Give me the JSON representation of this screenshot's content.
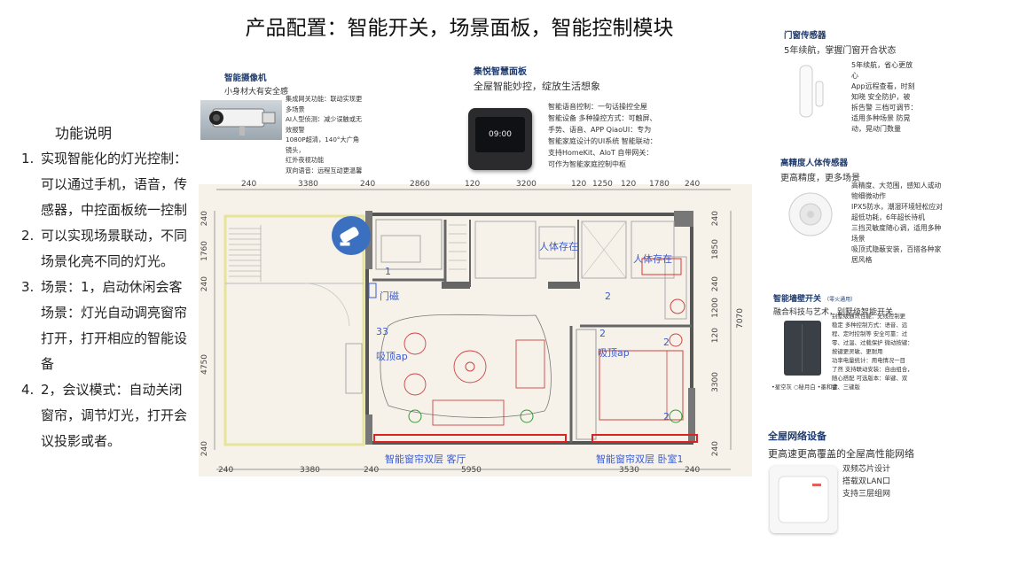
{
  "title": "产品配置：智能开关，场景面板，智能控制模块",
  "functions": {
    "heading": "功能说明",
    "items": [
      {
        "num": "1.",
        "text": "实现智能化的灯光控制：可以通过手机，语音，传感器，中控面板统一控制"
      },
      {
        "num": "2.",
        "text": "可以实现场景联动，不同场景化亮不同的灯光。"
      },
      {
        "num": "3.",
        "text": "场景：1，启动休闲会客场景：灯光自动调亮窗帘打开，打开相应的智能设备"
      },
      {
        "num": "4.",
        "text": " 2，会议模式：自动关闭窗帘，调节灯光，打开会议投影或者。"
      }
    ]
  },
  "camera": {
    "title": "智能摄像机",
    "subtitle": "小身材大有安全感",
    "lines": [
      "集成网关功能：联动实现更多场景",
      "AI人型侦测：减少误触或无效报警",
      "1080P超清，140°大广角镜头，",
      "红外夜视功能",
      "双向语音：远程互动更温馨"
    ]
  },
  "panel": {
    "title": "集悦智慧面板",
    "subtitle": "全屋智能妙控，绽放生活想象",
    "screen_time": "09:00",
    "lines": [
      "智能语音控制：一句话操控全屋",
      "智能设备 多种操控方式：可触屏、",
      "手势、语音、APP QiaoUI：专为",
      "智能家庭设计的UI系统 智能联动：",
      "支持HomeKit、AIoT 自带网关：",
      "可作为智能家庭控制中枢"
    ]
  },
  "door_sensor": {
    "title": "门窗传感器",
    "subtitle": "5年续航，掌握门窗开合状态",
    "lines": [
      "5年续航，省心更放",
      "心",
      "App远程查看，时刻",
      "知晓 安全防护，被",
      "拆告警 三档可调节：",
      "适用多种场景 防晃",
      "动，晃动门数量"
    ]
  },
  "body_sensor": {
    "title": "高精度人体传感器",
    "subtitle": "更高精度，更多场景",
    "lines": [
      "高精度、大范围，感知人或动",
      "物细微动作",
      "IPX5防水，潮湿环境轻松应对",
      "超低功耗，6年超长待机",
      "三挡灵敏度随心调，适用多种",
      "场景",
      "吸顶式隐蔽安装，百搭各种家",
      "居风格"
    ]
  },
  "wall_switch": {
    "title": "智能墙壁开关",
    "title_note": "（零火通用）",
    "subtitle": "融合科技与艺术，别墅级智能开关",
    "lines": [
      "别墅级通讯性能：无线控制更",
      "稳定 多种控制方式：语音、远",
      "程、定时控制等 安全可靠：过",
      "零、过温、过载保护 微动按键：",
      "按键更灵敏、更耐用",
      "功率电量统计：用电情况一目",
      "了然 支持联动安装：自由组合，",
      "随心搭配 可选版本：单键、双",
      "键、三键版"
    ],
    "colors": "•星空灰 ○秘月白 •墨和金"
  },
  "network": {
    "title": "全屋网络设备",
    "subtitle": "更高速更高覆盖的全屋高性能网络",
    "lines": [
      "双频芯片设计",
      "搭载双LAN口",
      "支持三层组网"
    ]
  },
  "plan": {
    "top_dims": [
      "240",
      "3380",
      "240",
      "2860",
      "120",
      "3200",
      "120",
      "1250",
      "120",
      "1780",
      "240"
    ],
    "bottom_dims": [
      "240",
      "3380",
      "240",
      "5950",
      "3530",
      "240"
    ],
    "left_dims": [
      "240",
      "1760",
      "240",
      "4750",
      "240"
    ],
    "right_dims": [
      "240",
      "1850",
      "240",
      "1200",
      "120",
      "3300",
      "240"
    ],
    "right_total": "7070",
    "labels": {
      "n1": "1",
      "door_magnet": "门磁",
      "human_a": "人体存在",
      "human_b": "人体存在",
      "n2a": "2",
      "n33": "33",
      "ap_left": "吸顶ap",
      "n2b": "2",
      "ap_right": "吸顶ap",
      "n2c": "2",
      "n2d": "2",
      "curtain_living": "智能窗帘双层 客厅",
      "curtain_bedroom": "智能窗帘双层 卧室1"
    }
  }
}
